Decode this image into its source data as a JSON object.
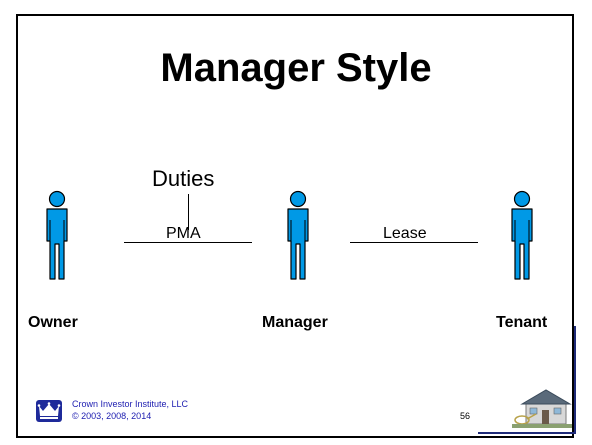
{
  "slide": {
    "title": "Manager Style"
  },
  "diagram": {
    "duties_label": "Duties",
    "pma_label": "PMA",
    "lease_label": "Lease",
    "people": {
      "owner": "Owner",
      "manager": "Manager",
      "tenant": "Tenant"
    }
  },
  "footer": {
    "org": "Crown Investor Institute, LLC",
    "copyright": "© 2003, 2008, 2014",
    "page_number": "56"
  },
  "colors": {
    "figure_fill": "#0099e6",
    "figure_stroke": "#000000",
    "footer_text": "#1d1db0",
    "accent": "#1e2a78"
  },
  "icons": {
    "logo": "crown-logo-icon",
    "house": "house-icon"
  }
}
